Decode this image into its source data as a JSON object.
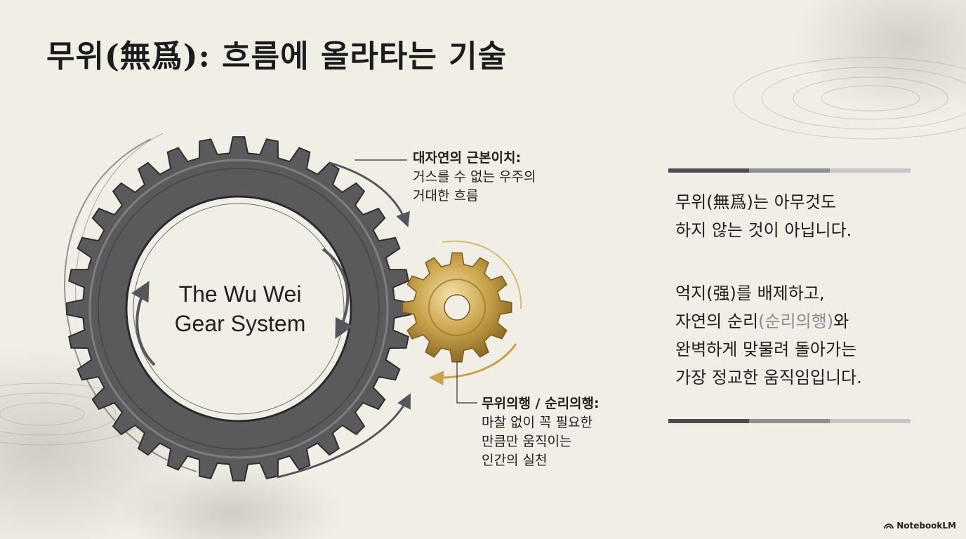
{
  "title": "무위(無爲): 흐름에 올라타는 기술",
  "diagram": {
    "center_label": [
      "The Wu Wei",
      "Gear System"
    ],
    "callout_top": {
      "heading": "대자연의 근본이치:",
      "lines": [
        "거스를 수 없는 우주의",
        "거대한 흐름"
      ]
    },
    "callout_bottom": {
      "heading": "무위의행 / 순리의행:",
      "lines": [
        "마찰 없이 꼭 필요한",
        "만큼만 움직이는",
        "인간의 실천"
      ]
    },
    "large_gear_color": "#4a4a4a",
    "small_gear_color": "#c9a24a"
  },
  "panel": {
    "paragraph1": [
      "무위(無爲)는 아무것도",
      "하지 않는 것이 아닙니다."
    ],
    "paragraph2": {
      "line1": "억지(强)를 배제하고,",
      "line2_pre": "자연의 순리",
      "line2_highlight": "(순리의행)",
      "line2_post": "와",
      "line3": "완벽하게 맞물려 돌아가는",
      "line4": "가장 정교한 움직임입니다."
    },
    "accent_colors": [
      "#4a4d54",
      "#8c8f96",
      "#c3c5ca"
    ]
  },
  "brand": {
    "icon": "notebooklm-icon",
    "label": "NotebookLM"
  }
}
